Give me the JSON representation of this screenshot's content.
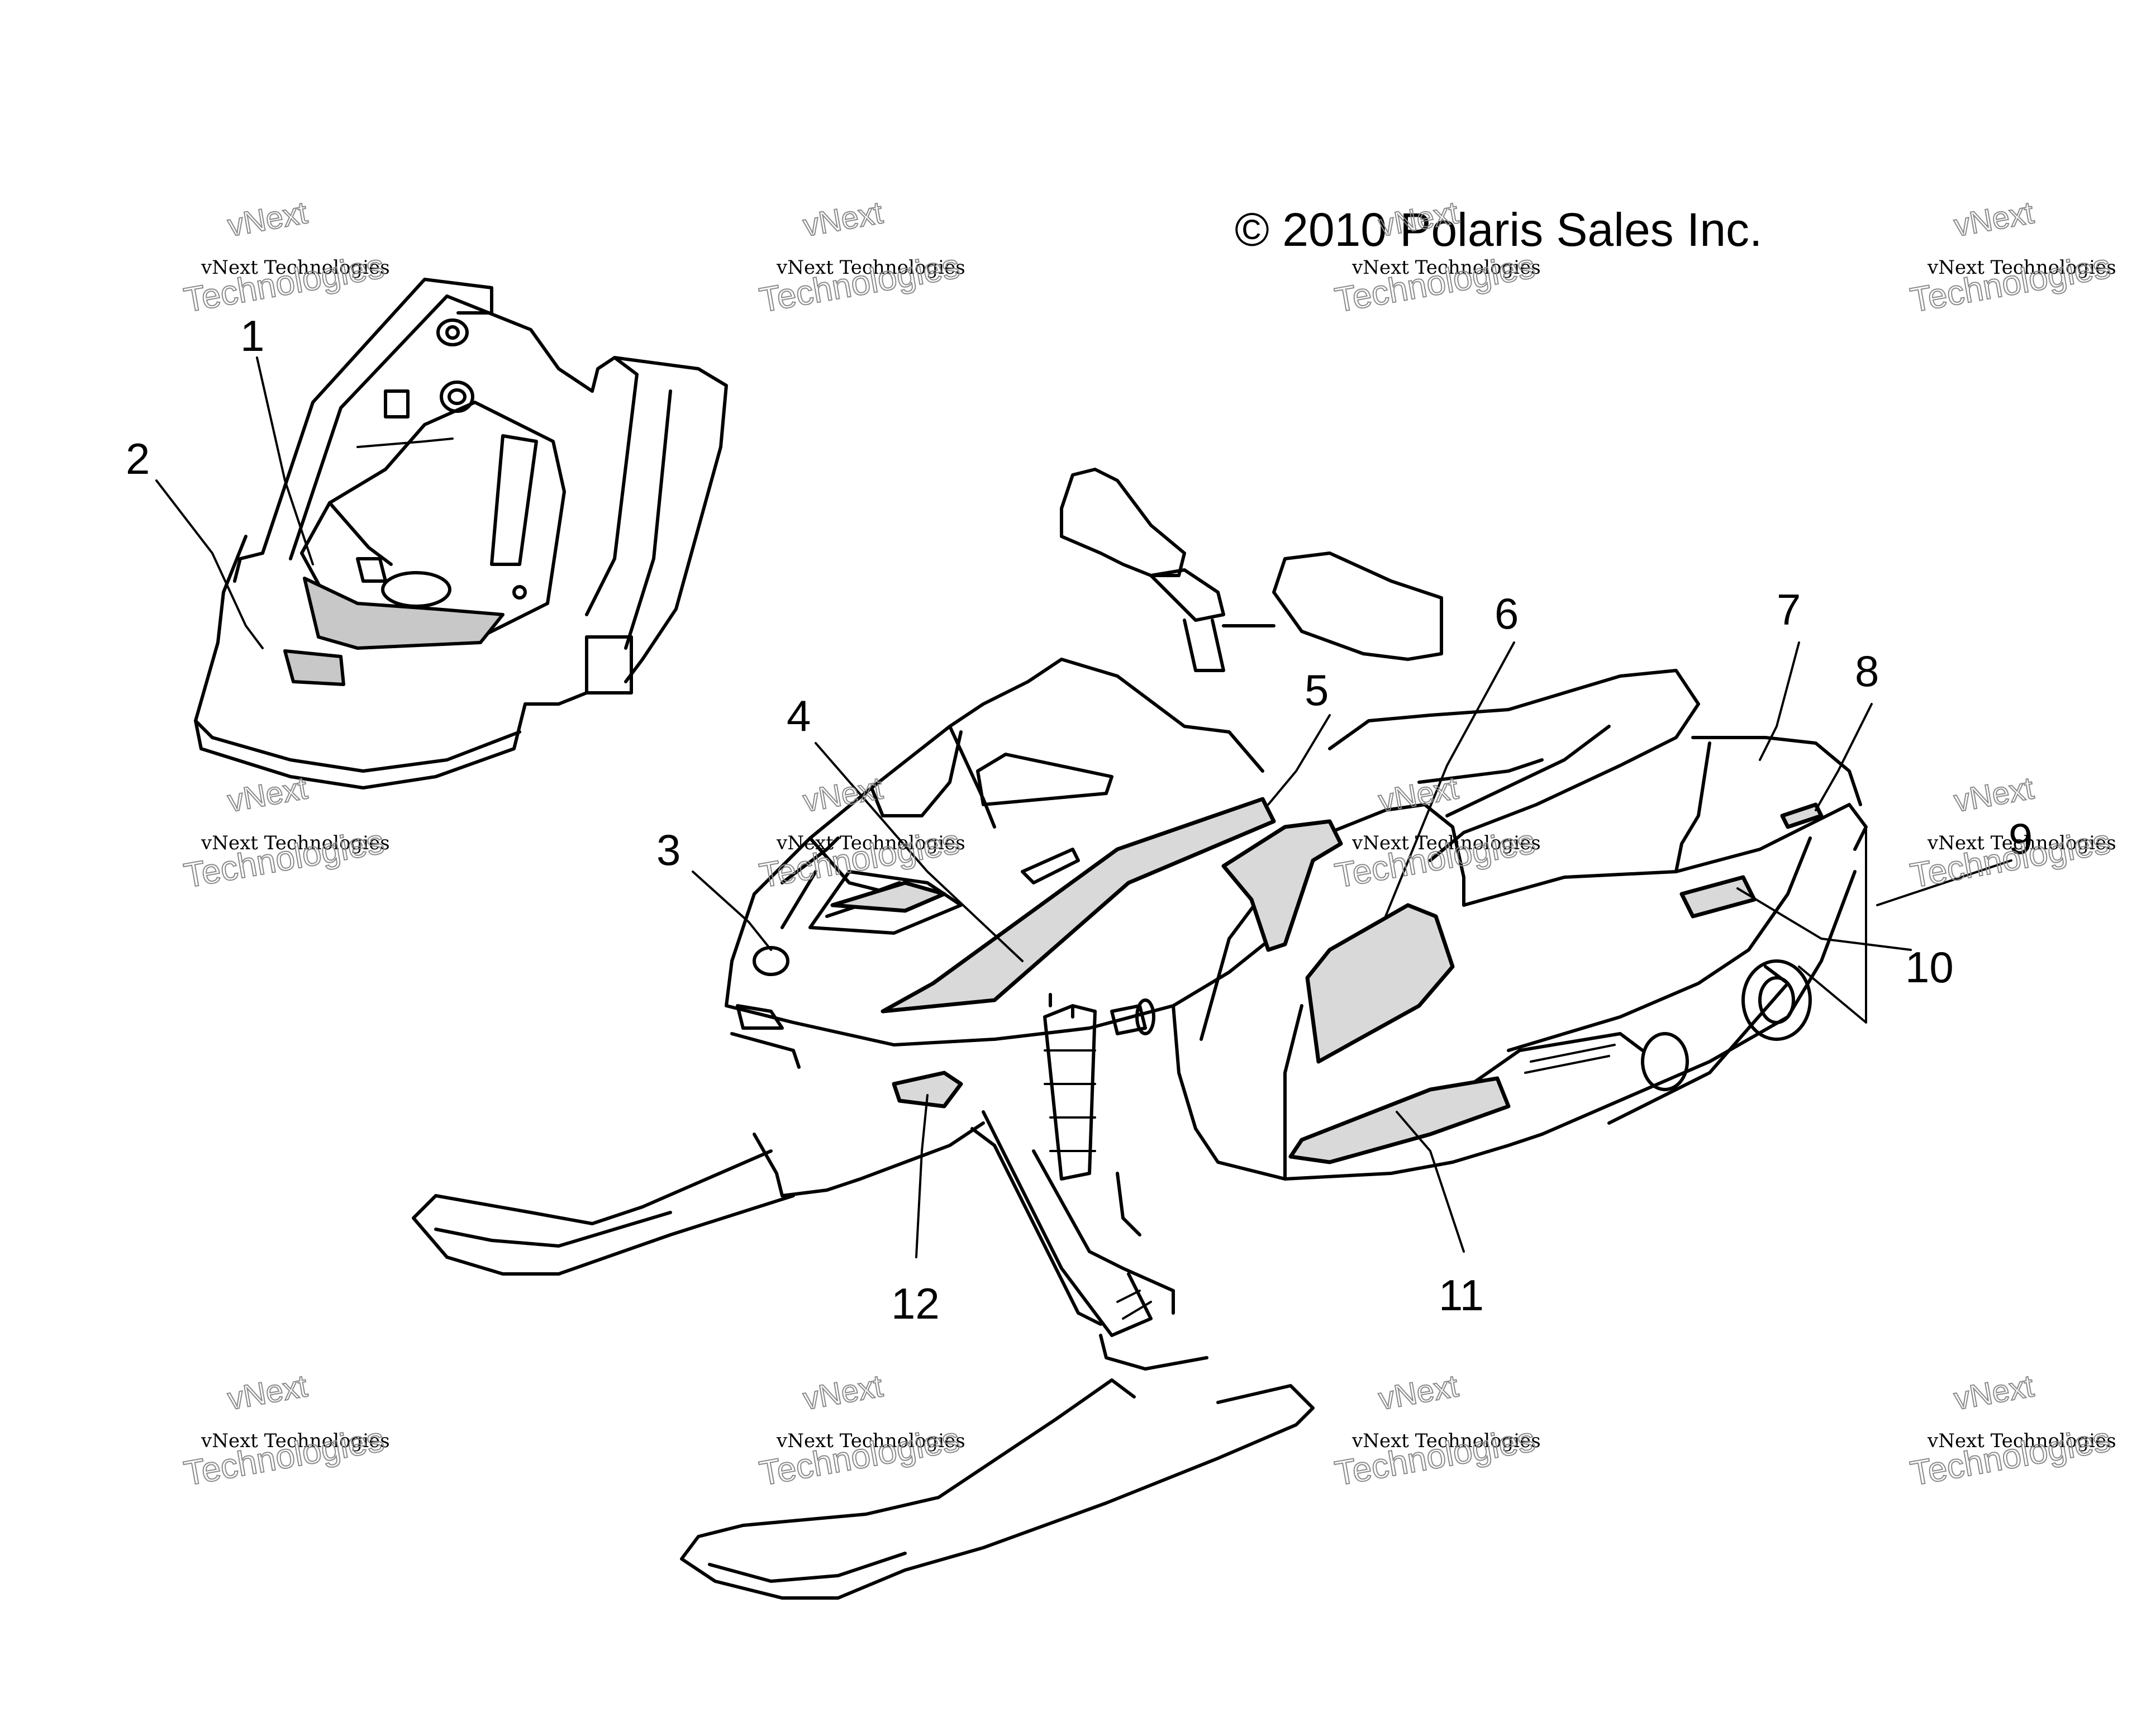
{
  "copyright": "© 2010 Polaris Sales Inc.",
  "watermark": {
    "line1": "vNext",
    "line2": "vNext Technologies",
    "line3": "Technologies"
  },
  "callouts": [
    {
      "id": 1,
      "label": "1"
    },
    {
      "id": 2,
      "label": "2"
    },
    {
      "id": 3,
      "label": "3"
    },
    {
      "id": 4,
      "label": "4"
    },
    {
      "id": 5,
      "label": "5"
    },
    {
      "id": 6,
      "label": "6"
    },
    {
      "id": 7,
      "label": "7"
    },
    {
      "id": 8,
      "label": "8"
    },
    {
      "id": 9,
      "label": "9"
    },
    {
      "id": 10,
      "label": "10"
    },
    {
      "id": 11,
      "label": "11"
    },
    {
      "id": 12,
      "label": "12"
    }
  ],
  "colors": {
    "line": "#000000",
    "decal_fill": "#d9d9d9",
    "watermark": "#8a8a8a"
  }
}
